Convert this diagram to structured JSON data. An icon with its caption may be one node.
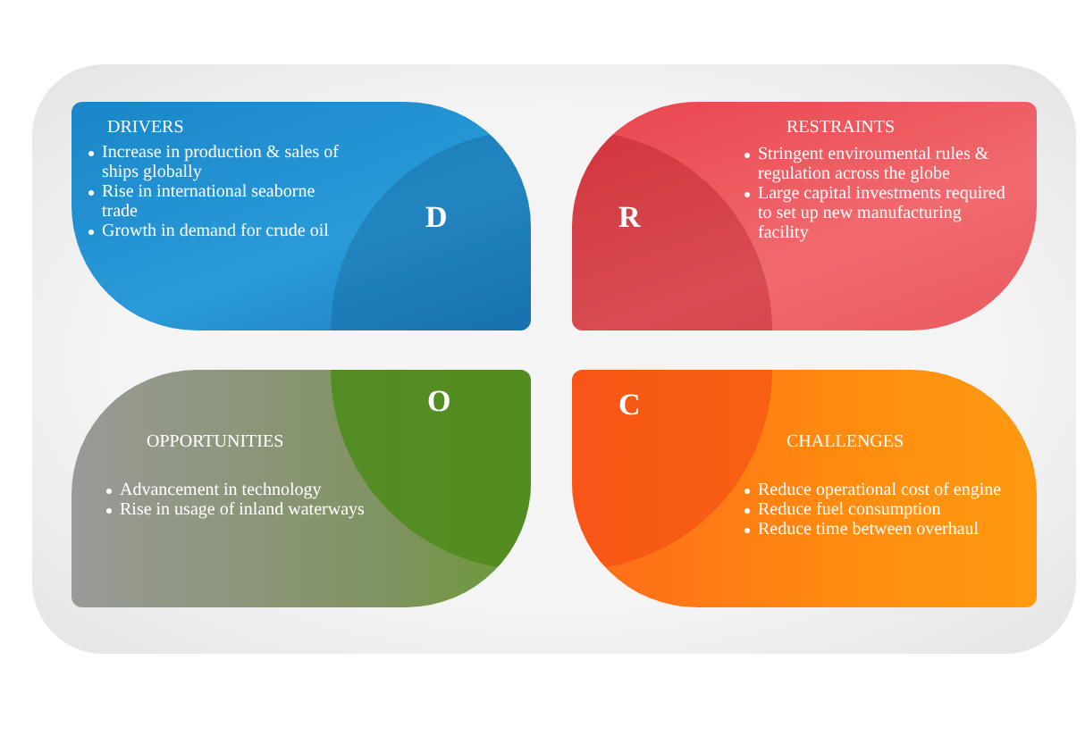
{
  "diagram": {
    "nodes": [
      {
        "text": [
          "DRIVERS",
          "Increase in production  & sales of ships globally",
          "Rise in international seaborne trade",
          "Growth in demand for crude oil",
          "D"
        ]
      },
      {
        "text": [
          "R",
          "RESTRAINTS",
          "Stringent enviroumental rules & regulation across the globe",
          "Large capital investments required to set up new manufacturing facility"
        ]
      },
      {
        "text": [
          "O",
          "OPPORTUNITIES",
          "Advancement in technology",
          "Rise in usage of inland waterways"
        ]
      },
      {
        "text": [
          "C",
          "CHALLENGES",
          "Reduce operational cost of engine",
          "Reduce fuel consumption",
          "Reduce time between overhaul"
        ]
      }
    ]
  }
}
